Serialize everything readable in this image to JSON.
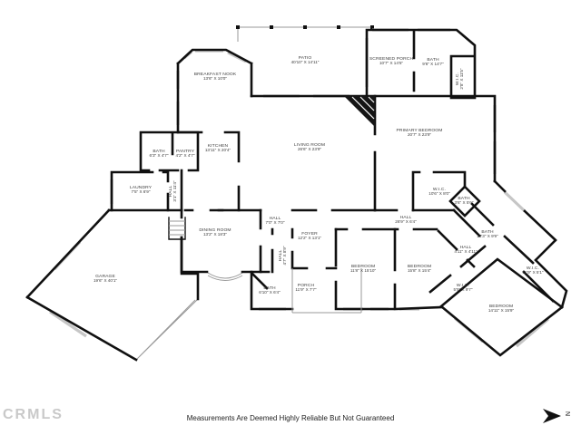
{
  "footer": {
    "watermark": "CRMLS",
    "disclaimer": "Measurements Are Deemed Highly Reliable But Not Guaranteed",
    "compass_letter": "N"
  },
  "colors": {
    "wall": "#101010",
    "window": "#c6c6c6",
    "label_text": "#3c3c3c",
    "watermark": "#c9c9c9",
    "background": "#ffffff"
  },
  "rooms": [
    {
      "name": "PATIO",
      "dims": "40'10\" X 14'11\""
    },
    {
      "name": "BREAKFAST NOOK",
      "dims": "13'6\" X 10'0\""
    },
    {
      "name": "SCREENED PORCH",
      "dims": "10'7\" X 14'5\""
    },
    {
      "name": "BATH",
      "dims": "9'6\" X 14'7\""
    },
    {
      "name": "W.I.C.",
      "dims": "2'8\" X 11'5\""
    },
    {
      "name": "PRIMARY BEDROOM",
      "dims": "20'7\" X 23'9\""
    },
    {
      "name": "KITCHEN",
      "dims": "13'11\" X 20'4\""
    },
    {
      "name": "LIVING ROOM",
      "dims": "26'6\" X 23'9\""
    },
    {
      "name": "BATH",
      "dims": "6'3\" X 4'7\""
    },
    {
      "name": "PANTRY",
      "dims": "4'2\" X 4'7\""
    },
    {
      "name": "LAUNDRY",
      "dims": "7'5\" X 6'9\""
    },
    {
      "name": "HALL",
      "dims": "3'1\" X 11'4\""
    },
    {
      "name": "W.I.C.",
      "dims": "10'6\" X 8'0\""
    },
    {
      "name": "BATH",
      "dims": "3'6\" X 5'6\""
    },
    {
      "name": "HALL",
      "dims": "26'9\" X 6'4\""
    },
    {
      "name": "BATH",
      "dims": "13'3\" X 9'9\""
    },
    {
      "name": "HALL",
      "dims": "7'0\" X 7'0\""
    },
    {
      "name": "DINING ROOM",
      "dims": "13'2\" X 18'3\""
    },
    {
      "name": "FOYER",
      "dims": "12'2\" X 13'1\""
    },
    {
      "name": "HALL",
      "dims": "4'11\" X 4'11\""
    },
    {
      "name": "HALL",
      "dims": "4'7\" X 8'9\""
    },
    {
      "name": "BEDROOM",
      "dims": "11'8\" X 15'10\""
    },
    {
      "name": "BEDROOM",
      "dims": "15'8\" X 15'4\""
    },
    {
      "name": "W.I.C.",
      "dims": "11'9\" X 5'1\""
    },
    {
      "name": "GARAGE",
      "dims": "19'6\" X 40'1\""
    },
    {
      "name": "W.I.C.",
      "dims": "5'5\" X 9'7\""
    },
    {
      "name": "BATH",
      "dims": "6'10\" X 6'4\""
    },
    {
      "name": "PORCH",
      "dims": "11'9\" X 7'7\""
    },
    {
      "name": "BEDROOM",
      "dims": "14'11\" X 15'9\""
    }
  ]
}
